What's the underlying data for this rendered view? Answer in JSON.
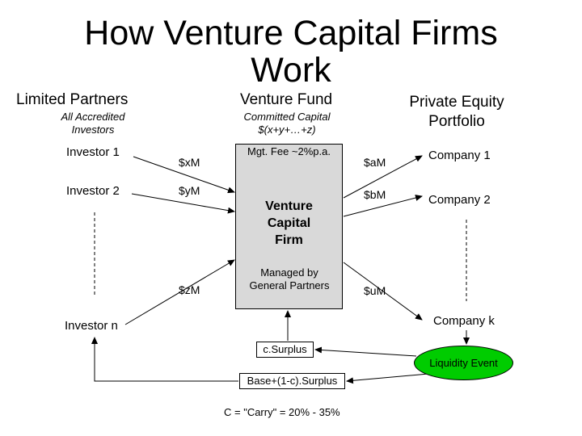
{
  "title": {
    "line1": "How Venture Capital Firms",
    "line2": "Work"
  },
  "limited_partners": {
    "header": "Limited Partners",
    "subtitle_line1": "All Accredited",
    "subtitle_line2": "Investors",
    "investor_1": "Investor 1",
    "investor_2": "Investor 2",
    "investor_n": "Investor n"
  },
  "venture_fund": {
    "header": "Venture Fund",
    "subtitle_line1": "Committed Capital",
    "subtitle_line2": "$(x+y+…+z)",
    "amount_x": "$xM",
    "amount_y": "$yM",
    "amount_z": "$zM",
    "mgt_fee": "Mgt. Fee ~2%p.a.",
    "firm_line1": "Venture",
    "firm_line2": "Capital",
    "firm_line3": "Firm",
    "managed_line1": "Managed by",
    "managed_line2": "General Partners"
  },
  "private_equity": {
    "header_line1": "Private Equity",
    "header_line2": "Portfolio",
    "amount_a": "$aM",
    "amount_b": "$bM",
    "amount_u": "$uM",
    "company_1": "Company 1",
    "company_2": "Company 2",
    "company_k": "Company k"
  },
  "flows": {
    "surplus": "c.Surplus",
    "base": "Base+(1-c).Surplus",
    "liquidity_event": "Liquidity Event",
    "carry_note": "C = \"Carry\" = 20% - 35%"
  },
  "colors": {
    "firm_box": "#d9d9d9",
    "liquidity_event": "#00cc00"
  }
}
